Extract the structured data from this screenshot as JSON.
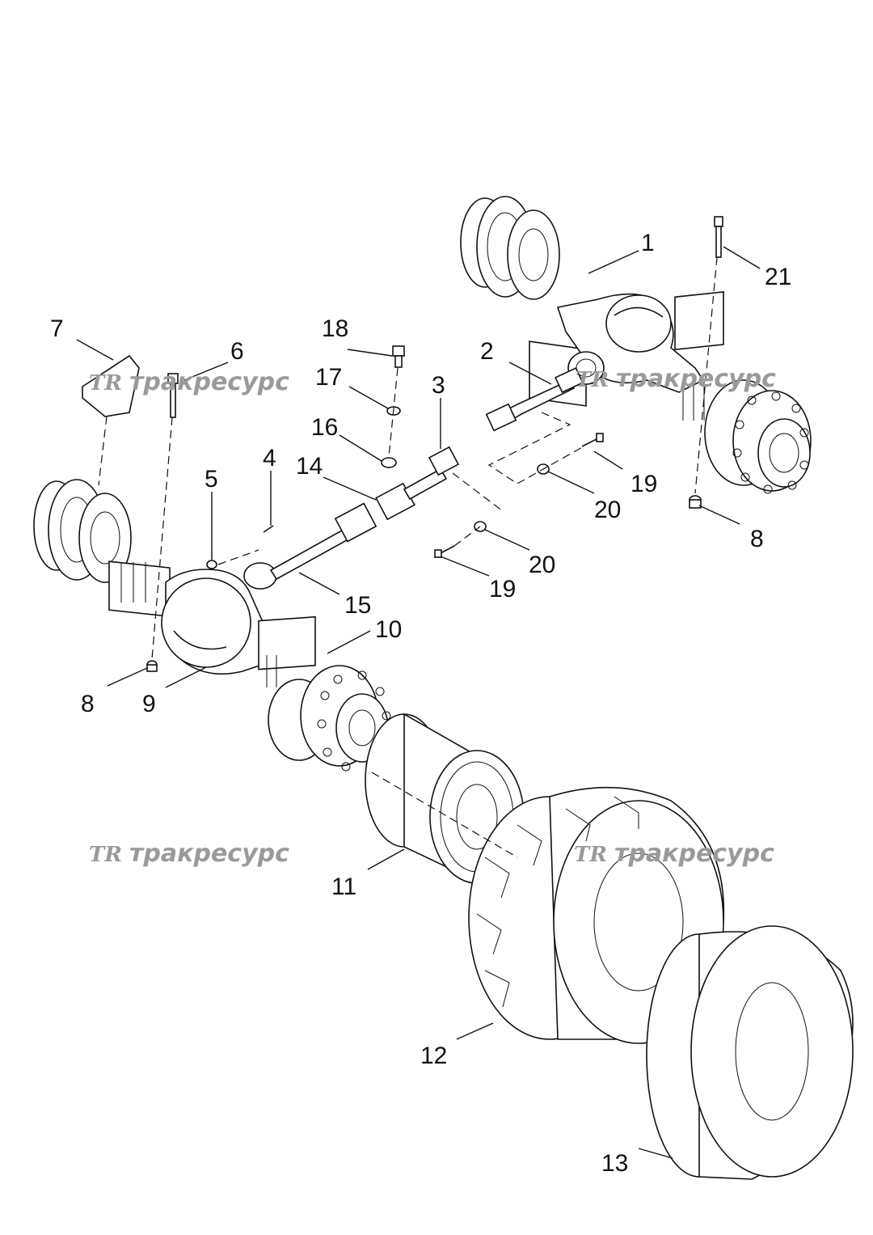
{
  "callouts": {
    "c1": "1",
    "c2": "2",
    "c3": "3",
    "c4": "4",
    "c5": "5",
    "c6": "6",
    "c7": "7",
    "c8a": "8",
    "c8b": "8",
    "c9": "9",
    "c10": "10",
    "c11": "11",
    "c12": "12",
    "c13": "13",
    "c14": "14",
    "c15": "15",
    "c16": "16",
    "c17": "17",
    "c18": "18",
    "c19a": "19",
    "c19b": "19",
    "c20a": "20",
    "c20b": "20",
    "c21": "21"
  },
  "watermark": {
    "logo": "TR",
    "text": "тракресурс"
  }
}
